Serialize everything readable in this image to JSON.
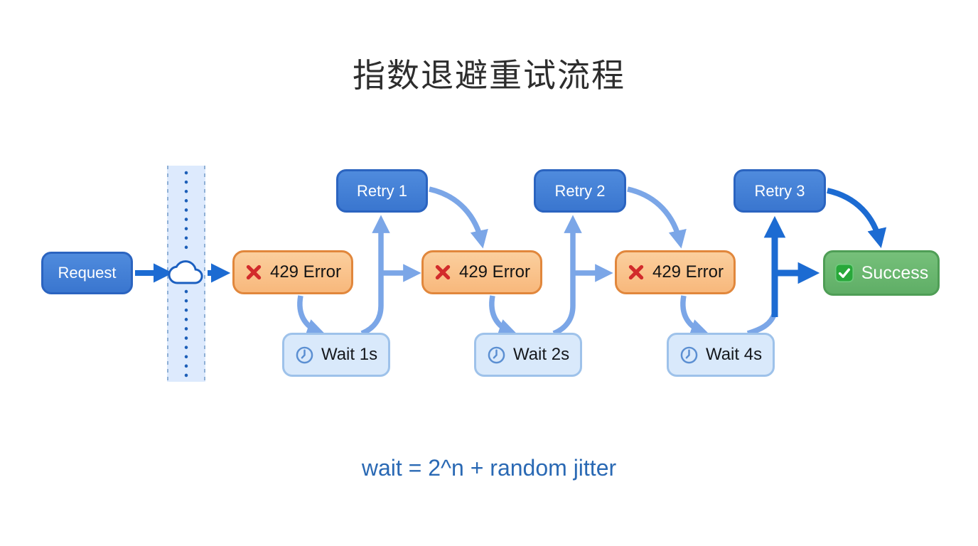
{
  "title": "指数退避重试流程",
  "formula": "wait = 2^n + random jitter",
  "nodes": {
    "request": {
      "label": "Request"
    },
    "retries": [
      {
        "label": "Retry 1"
      },
      {
        "label": "Retry 2"
      },
      {
        "label": "Retry 3"
      }
    ],
    "errors": [
      {
        "label": "429 Error"
      },
      {
        "label": "429 Error"
      },
      {
        "label": "429 Error"
      }
    ],
    "waits": [
      {
        "label": "Wait 1s"
      },
      {
        "label": "Wait 2s"
      },
      {
        "label": "Wait 4s"
      }
    ],
    "success": {
      "label": "Success"
    }
  },
  "icons": {
    "gateway": "cloud-icon",
    "error": "cross-icon",
    "wait": "clock-icon",
    "success": "check-icon"
  },
  "colors": {
    "box_blue": "#3d7bd3",
    "box_blue_border": "#2b64c0",
    "error_orange": "#f9bc83",
    "error_border": "#e1873c",
    "wait_fill": "#d9e9fb",
    "wait_border": "#9ec2ea",
    "success_green": "#68b56c",
    "success_border": "#4f9e56",
    "dark_arrow": "#1c6bd2",
    "light_arrow": "#7ba6e7",
    "cross_red": "#d22b2b",
    "formula_blue": "#2a69b4",
    "band_fill": "#ddeafd",
    "band_dash": "#8fb0d6",
    "band_dots": "#1d5fb8"
  }
}
